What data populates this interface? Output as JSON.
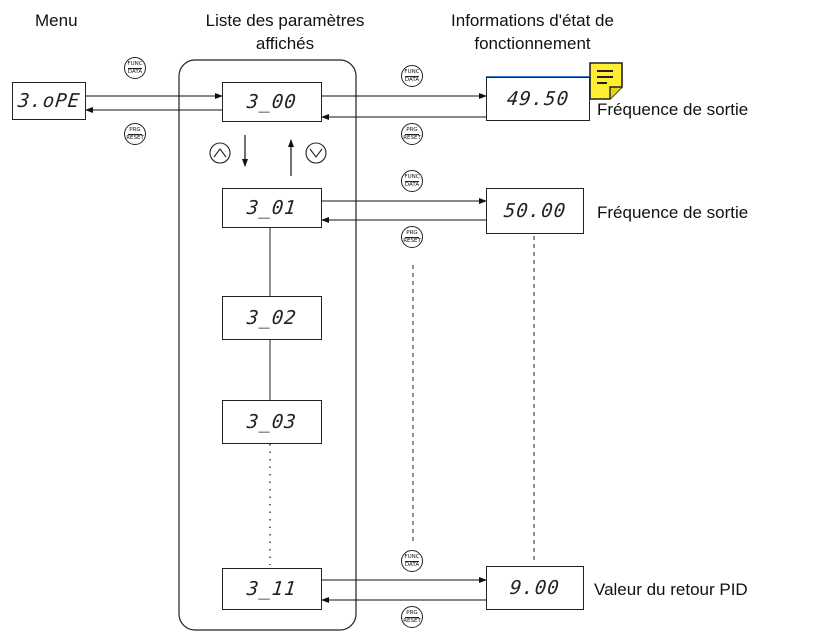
{
  "headers": {
    "menu": "Menu",
    "list_line1": "Liste des paramètres",
    "list_line2": "affichés",
    "info_line1": "Informations d'état de",
    "info_line2": "fonctionnement"
  },
  "menu_display": "3.oPE",
  "parameter_displays": [
    "3_00",
    "3_01",
    "3_02",
    "3_03",
    "3_11"
  ],
  "status_displays": [
    "49.50",
    "50.00",
    "9.00"
  ],
  "status_labels": [
    "Fréquence de sortie",
    "Fréquence de sortie",
    "Valeur du retour PID"
  ],
  "keys": {
    "func_top": "FUNC",
    "func_bottom": "DATA",
    "prg_top": "PRG",
    "prg_bottom": "RESET"
  },
  "colors": {
    "note_fill": "#ffee33",
    "note_border": "#222222",
    "highlight_line": "#3a7bd5"
  },
  "icons": [
    "up-arrow-key-icon",
    "down-arrow-key-icon",
    "sticky-note-icon"
  ]
}
